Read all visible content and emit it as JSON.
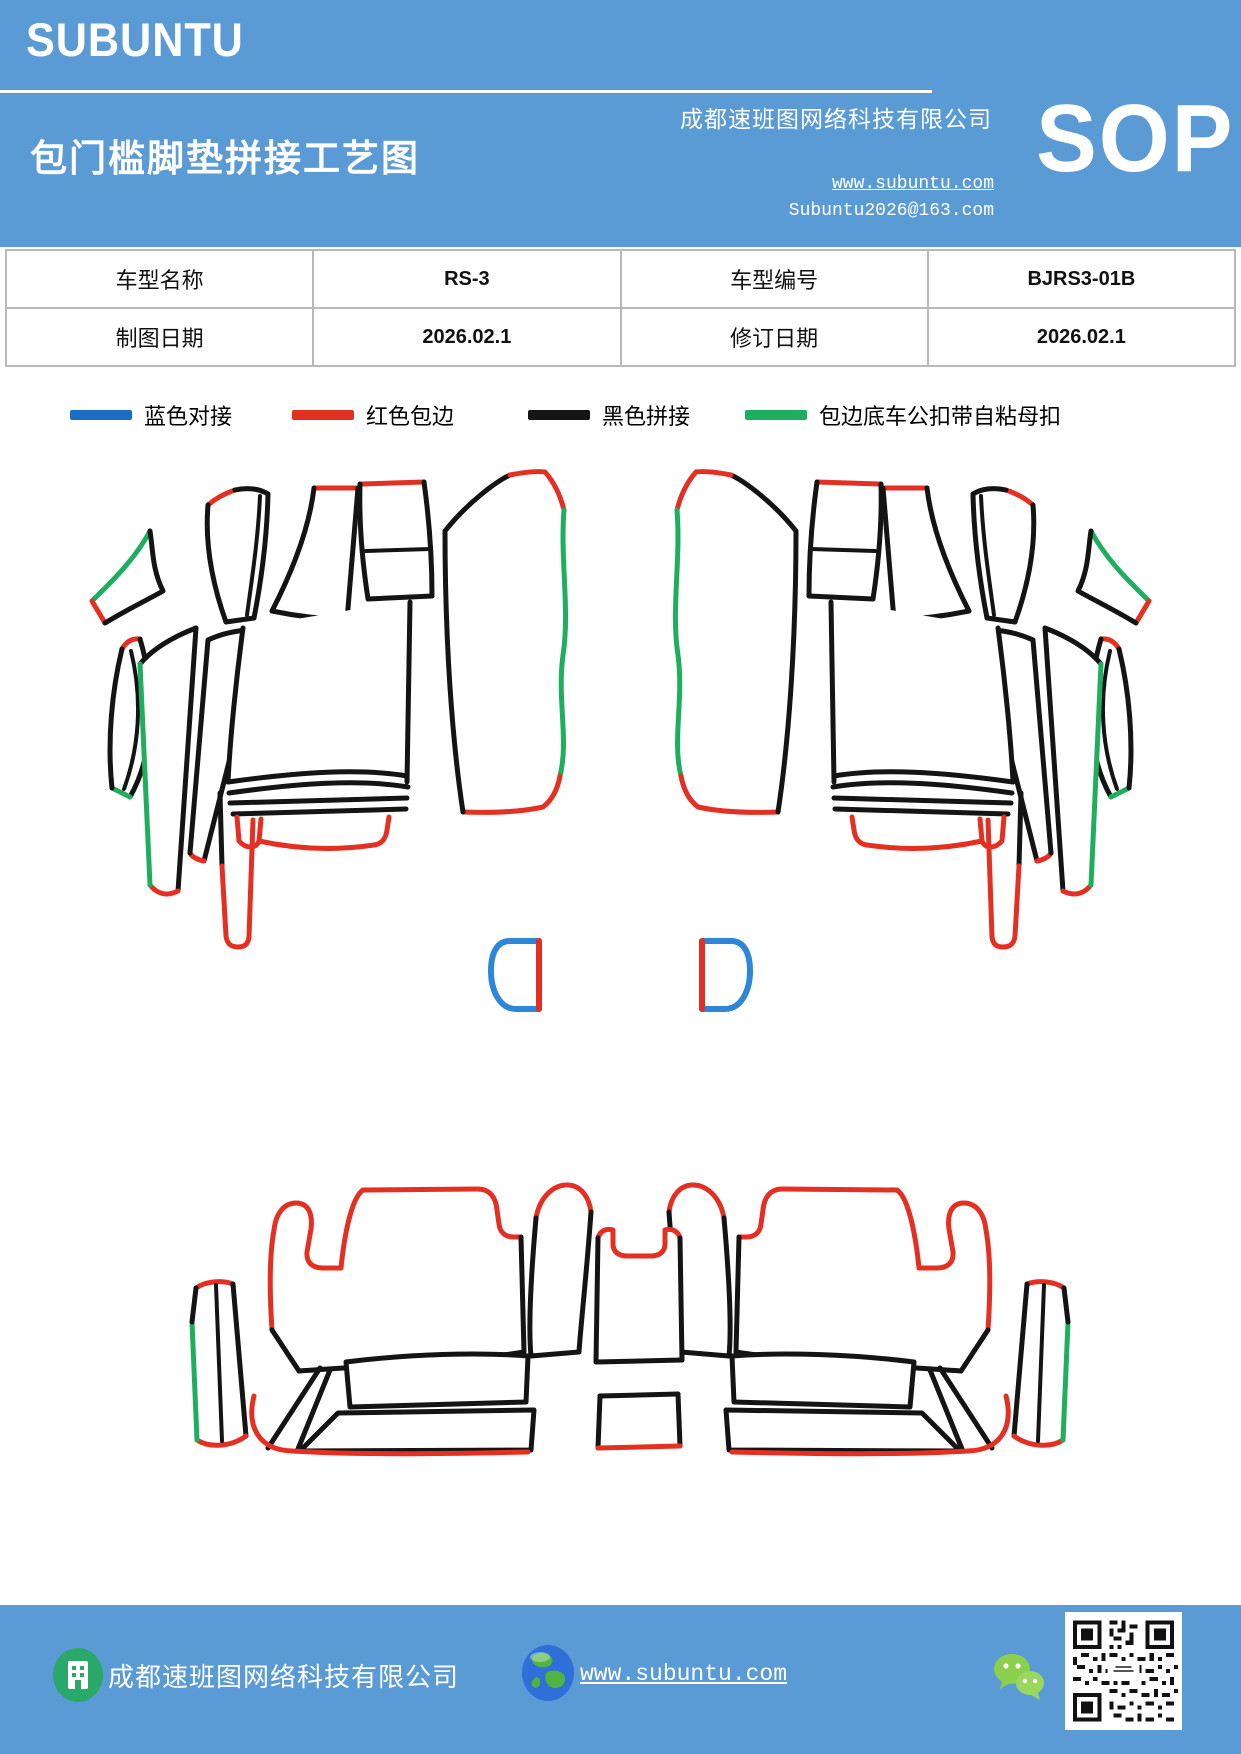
{
  "header": {
    "logo_text": "SUBUNTU",
    "doc_title": "包门槛脚垫拼接工艺图",
    "company_name": "成都速班图网络科技有限公司",
    "website": "www.subuntu.com",
    "email": "Subuntu2026@163.com",
    "sop_label": "SOP",
    "bg_color": "#5b9bd5"
  },
  "info_table": {
    "rows": [
      [
        "车型名称",
        "RS-3",
        "车型编号",
        "BJRS3-01B"
      ],
      [
        "制图日期",
        "2026.02.1",
        "修订日期",
        "2026.02.1"
      ]
    ]
  },
  "legend": {
    "items": [
      {
        "label": "蓝色对接",
        "color": "#1a6fc4"
      },
      {
        "label": "红色包边",
        "color": "#e43023"
      },
      {
        "label": "黑色拼接",
        "color": "#151515"
      },
      {
        "label": "包边底车公扣带自粘母扣",
        "color": "#1fae5e"
      }
    ]
  },
  "diagram": {
    "line_colors": {
      "blue": "#2e86d8",
      "red": "#e43023",
      "black": "#141414",
      "green": "#1fae5e"
    }
  },
  "footer": {
    "company_name": "成都速班图网络科技有限公司",
    "website": "www.subuntu.com",
    "bg_color": "#5b9bd5"
  }
}
